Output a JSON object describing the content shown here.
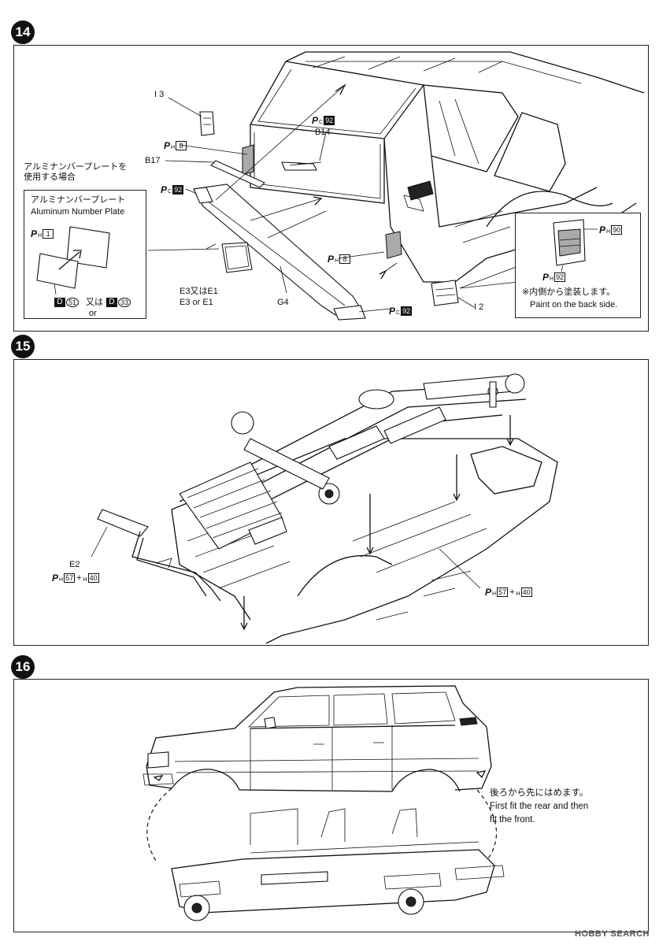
{
  "steps": [
    {
      "number": "14"
    },
    {
      "number": "15"
    },
    {
      "number": "16"
    }
  ],
  "step14": {
    "part_labels": {
      "i3": "I 3",
      "b14": "B14",
      "b17": "B17",
      "g4": "G4",
      "i2": "I 2",
      "e3_jp": "E3又はE1",
      "e3_en": "E3 or E1"
    },
    "paints": {
      "ph8_top": {
        "code": "P",
        "sub": "H",
        "num": "8"
      },
      "pc92_b14": {
        "code": "P",
        "sub": "C",
        "num": "92"
      },
      "pc92_bumper": {
        "code": "P",
        "sub": "C",
        "num": "92"
      },
      "ph8_lamp": {
        "code": "P",
        "sub": "H",
        "num": "8"
      },
      "pc92_g4": {
        "code": "P",
        "sub": "C",
        "num": "92"
      }
    },
    "option_heading": "アルミナンバープレートを\n使用する場合",
    "plate_box": {
      "title_jp": "アルミナンバープレート",
      "title_en": "Aluminum Number Plate",
      "ph1": {
        "code": "P",
        "sub": "H",
        "num": "1"
      },
      "decal_a": {
        "code": "D",
        "num": "51"
      },
      "or_jp": "又は",
      "or_en": "or",
      "decal_b": {
        "code": "D",
        "num": "33"
      }
    },
    "lamp_box": {
      "ph90": {
        "code": "P",
        "sub": "H",
        "num": "90"
      },
      "ph92": {
        "code": "P",
        "sub": "H",
        "num": "92"
      },
      "note_jp": "※内側から塗装します。",
      "note_en": "Paint on the back side."
    }
  },
  "step15": {
    "e2": "E2",
    "ph57_left": {
      "code": "P",
      "sub": "H",
      "num": "57",
      "plus": "+",
      "sub2": "H",
      "num2": "40"
    },
    "ph57_right": {
      "code": "P",
      "sub": "H",
      "num": "57",
      "plus": "+",
      "sub2": "H",
      "num2": "40"
    }
  },
  "step16": {
    "note_jp": "後ろから先にはめます。",
    "note_en_1": "First fit the rear and then",
    "note_en_2": "fit the front."
  },
  "watermark": "HOBBY SEARCH"
}
